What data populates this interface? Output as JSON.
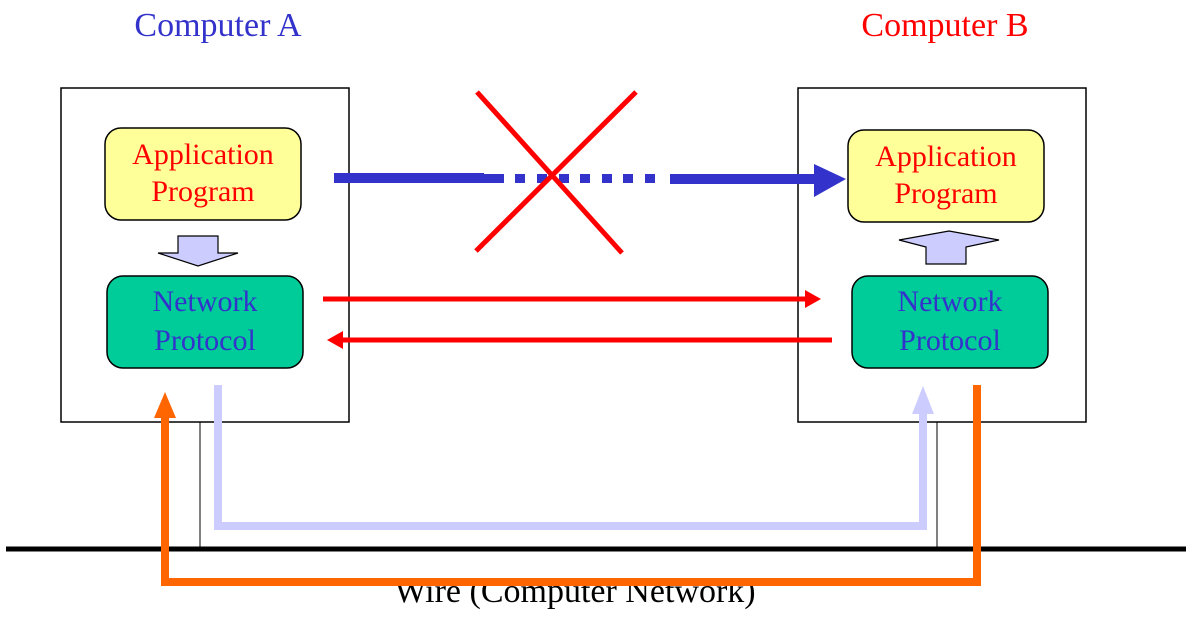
{
  "computer_a": {
    "title": "Computer A",
    "title_color": "#3333cc",
    "app": {
      "line1": "Application",
      "line2": "Program"
    },
    "net": {
      "line1": "Network",
      "line2": "Protocol"
    }
  },
  "computer_b": {
    "title": "Computer B",
    "title_color": "#ff0000",
    "app": {
      "line1": "Application",
      "line2": "Program"
    },
    "net": {
      "line1": "Network",
      "line2": "Protocol"
    }
  },
  "wire": {
    "label": "Wire (Computer Network)"
  },
  "colors": {
    "app_fill": "#ffff99",
    "app_text": "#ff0000",
    "net_fill": "#00cc99",
    "net_text": "#3333cc",
    "direct_arrow": "#3333cc",
    "blocked_x": "#ff0000",
    "protocol_arrows": "#ff0000",
    "internal_arrow": "#ccccff",
    "path_a_to_b": "#ccccff",
    "path_b_to_a": "#ff6600"
  },
  "edges": [
    {
      "from": "computer_a.app",
      "to": "computer_b.app",
      "style": "dashed-middle",
      "blocked": true
    },
    {
      "from": "computer_a.app",
      "to": "computer_a.net",
      "style": "block-arrow"
    },
    {
      "from": "computer_b.net",
      "to": "computer_b.app",
      "style": "block-arrow"
    },
    {
      "from": "computer_a.net",
      "to": "computer_b.net",
      "style": "solid"
    },
    {
      "from": "computer_b.net",
      "to": "computer_a.net",
      "style": "solid"
    },
    {
      "from": "computer_a.net",
      "to": "computer_b.net",
      "via": "wire",
      "color_key": "path_a_to_b"
    },
    {
      "from": "computer_b.net",
      "to": "computer_a.net",
      "via": "wire",
      "color_key": "path_b_to_a"
    }
  ]
}
